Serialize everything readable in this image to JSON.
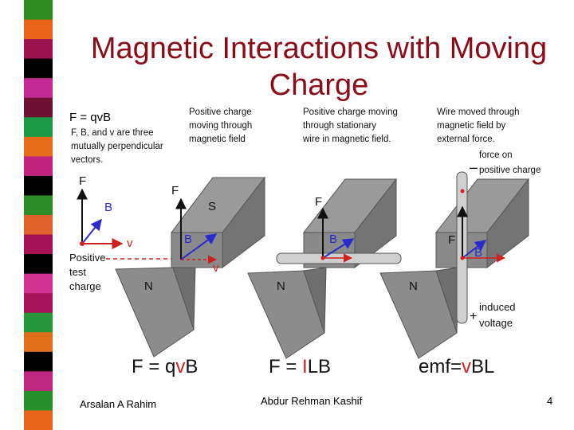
{
  "slide": {
    "title_line1": "Magnetic Interactions with Moving",
    "title_line2": "Charge",
    "footer_left": "Arsalan A Rahim",
    "footer_center": "Abdur Rehman Kashif",
    "page_number": "4",
    "stripe_colors": [
      "#2e8b1f",
      "#e9641a",
      "#9b1450",
      "#000000",
      "#c62a97",
      "#6e1133",
      "#1d9a45",
      "#e36d1a",
      "#c2237e",
      "#000000",
      "#2c8c25",
      "#e0622a",
      "#a41253",
      "#000000",
      "#d23393",
      "#a51458",
      "#25963a",
      "#df6e1b",
      "#000000",
      "#c02783",
      "#28902a",
      "#e8641a"
    ]
  },
  "figure": {
    "formula_left": "F = qvB",
    "note_line1": "F, B, and v are three",
    "note_line2": "mutually perpendicular",
    "note_line3": "vectors.",
    "axis_F": "F",
    "axis_B": "B",
    "axis_v": "v",
    "test_charge_line1": "Positive",
    "test_charge_line2": "test",
    "test_charge_line3": "charge",
    "panel1_caption_line1": "Positive charge",
    "panel1_caption_line2": "moving through",
    "panel1_caption_line3": "magnetic field",
    "panel2_caption_line1": "Positive charge moving",
    "panel2_caption_line2": "through stationary",
    "panel2_caption_line3": "wire in magnetic field.",
    "panel3_caption_line1": "Wire moved through",
    "panel3_caption_line2": "magnetic field by",
    "panel3_caption_line3": "external force.",
    "force_line1": "force on",
    "force_line2": "positive charge",
    "induced_line1": "induced",
    "induced_line2": "voltage",
    "minus_sign": "–",
    "plus_sign": "+",
    "pole_S": "S",
    "pole_N": "N",
    "vec_F": "F",
    "vec_B": "B",
    "vec_v": "v",
    "eq1_a": "F = q",
    "eq1_b": "v",
    "eq1_c": "B",
    "eq2_a": "F = ",
    "eq2_b": "I",
    "eq2_c": "LB",
    "eq3_a": "emf=",
    "eq3_b": "v",
    "eq3_c": "BL"
  }
}
